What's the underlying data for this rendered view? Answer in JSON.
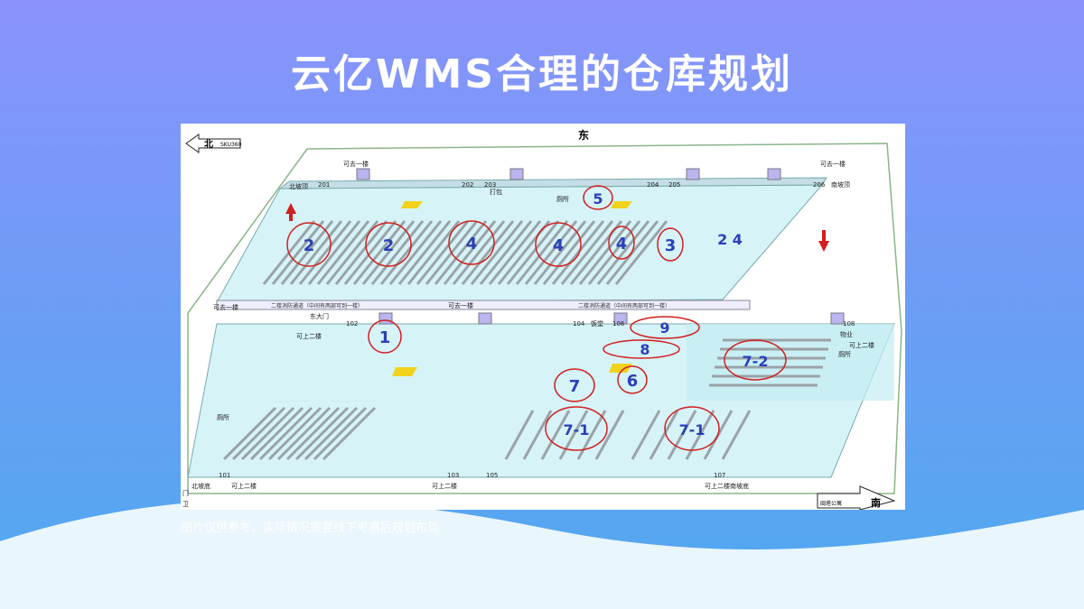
{
  "title": "云亿WMS合理的仓库规划",
  "caption": "图片仅供参考，实际情况需要线下考察后规划布局",
  "colors": {
    "bg_top": "#8a93fb",
    "bg_bottom": "#4fa9ef",
    "floor": "#d6f3f8",
    "rack": "#9aa3a7",
    "zone_circle": "#d21f1f",
    "zone_number": "#2b3fb8",
    "dock": "#b9b6ee"
  },
  "diagram": {
    "compass": {
      "north": "北",
      "east": "东",
      "south": "南",
      "sku": "SKU360"
    },
    "docks_upper": [
      "201",
      "202",
      "203",
      "204",
      "205",
      "206"
    ],
    "docks_lower": [
      "101",
      "102",
      "103",
      "104",
      "105",
      "106",
      "107",
      "108"
    ],
    "labels": {
      "north_slope": "北坡顶",
      "south_slope": "南坡顶",
      "to_floor1_a": "可去一楼",
      "to_floor1_b": "可去一楼",
      "to_floor1_c": "可去一楼",
      "to_floor1_d": "可去一楼",
      "pack": "打包",
      "toilet_upper": "厕所",
      "toilet_lower": "厕所",
      "toilet_right": "厕所",
      "east_gate": "东大门",
      "up2_a": "可上二楼",
      "up2_b": "可上二楼",
      "up2_c": "可上二楼",
      "up2_d": "可上二楼",
      "up2_e": "可上二楼",
      "canteen": "饭堂",
      "property": "物业",
      "north_slope_low": "北坡底",
      "south_slope_low": "南坡底",
      "guard_door": "门",
      "guard": "卫",
      "aisle_left": "二楼消防通道（中间有两部可到一楼）",
      "aisle_right": "二楼消防通道（中间有两部可到一楼）",
      "apartment": "闽塔公寓"
    },
    "zones_upper": [
      "2",
      "2",
      "4",
      "4",
      "4",
      "3",
      "5",
      "2 4"
    ],
    "zones_lower": [
      "1",
      "9",
      "8",
      "7-2",
      "7",
      "6",
      "7-1",
      "7-1"
    ]
  }
}
